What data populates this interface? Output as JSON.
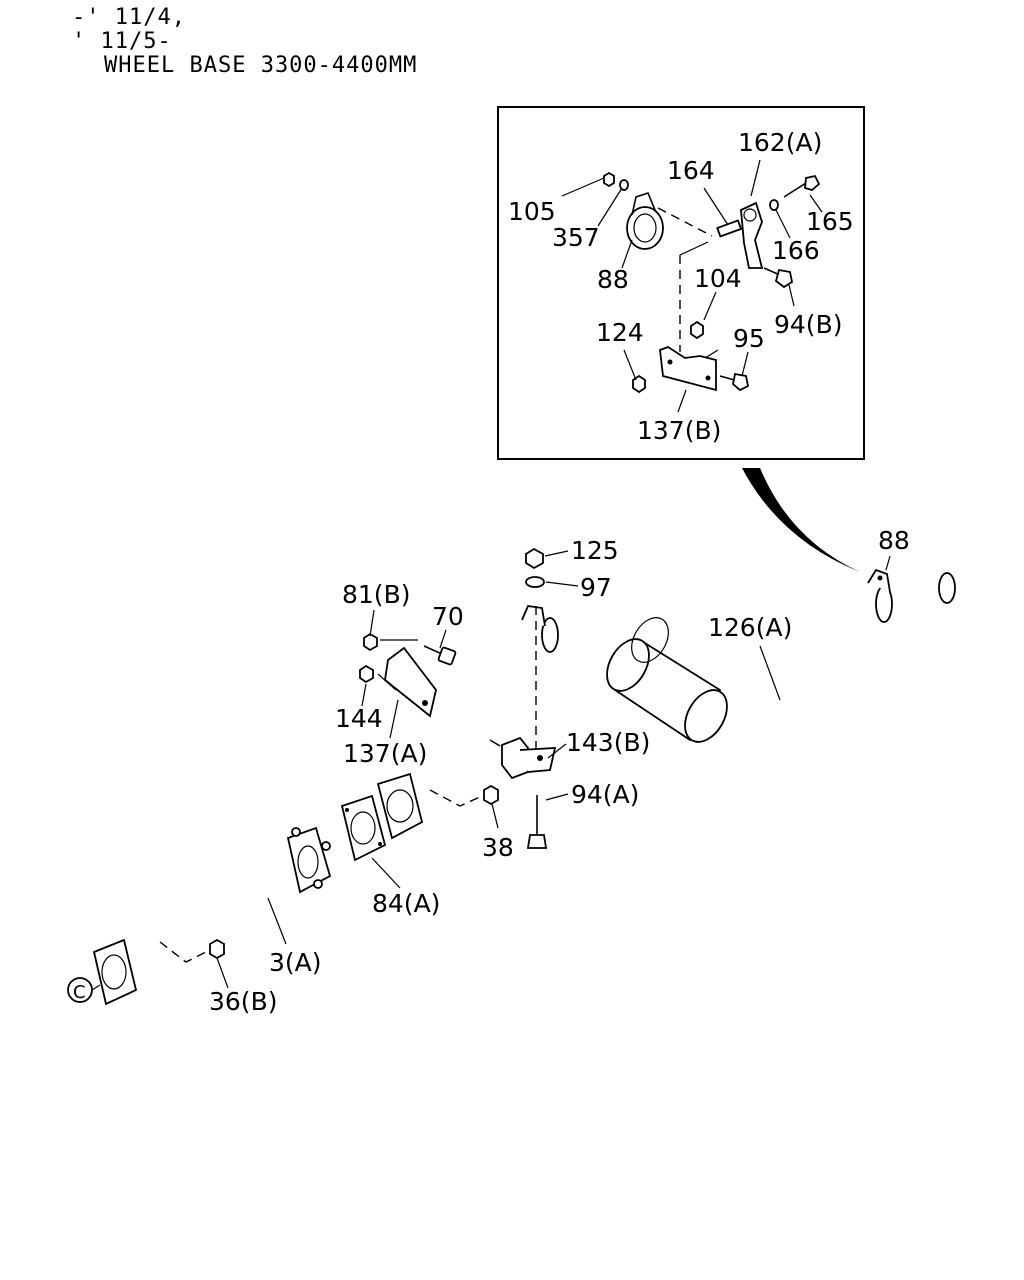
{
  "header": {
    "line1": "-' 11/4,",
    "line2": "' 11/5-",
    "line3": "WHEEL BASE 3300-4400MM"
  },
  "inset_labels": {
    "l162a": "162(A)",
    "l164": "164",
    "l105": "105",
    "l357": "357",
    "l165": "165",
    "l166": "166",
    "l88": "88",
    "l104": "104",
    "l94b": "94(B)",
    "l124": "124",
    "l95": "95",
    "l137b": "137(B)"
  },
  "main_labels": {
    "l125": "125",
    "l97": "97",
    "l88": "88",
    "l126a": "126(A)",
    "l81b": "81(B)",
    "l70": "70",
    "l144": "144",
    "l137a": "137(A)",
    "l143b": "143(B)",
    "l94a": "94(A)",
    "l38": "38",
    "l84a": "84(A)",
    "l3a": "3(A)",
    "l36b": "36(B)",
    "circle_c": "C"
  }
}
